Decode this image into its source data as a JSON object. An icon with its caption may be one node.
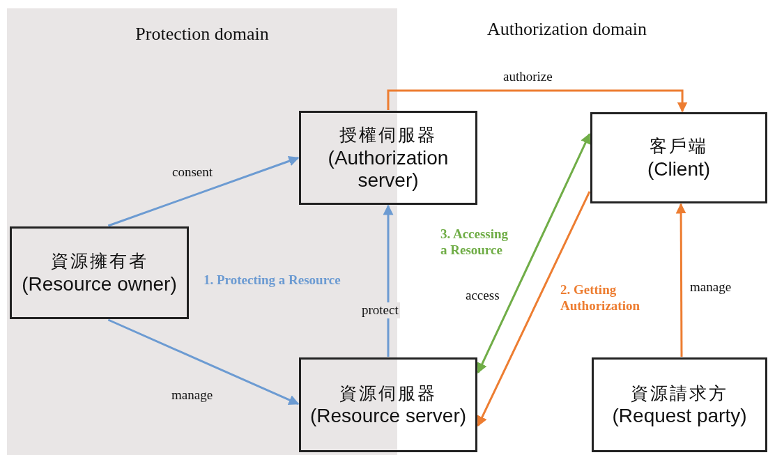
{
  "diagram": {
    "nodes": [
      {
        "text": [
          "Protection domain"
        ]
      },
      {
        "text": [
          "資源擁有者",
          "(Resource owner)"
        ],
        "in": 0
      },
      {
        "text": [
          "授權伺服器",
          "(Authorization server)"
        ]
      },
      {
        "text": [
          "客戶端",
          "(Client)"
        ]
      },
      {
        "text": [
          "資源伺服器",
          "(Resource server)"
        ]
      },
      {
        "text": [
          "資源請求方",
          "(Request party)"
        ]
      }
    ],
    "edges": [
      {
        "from": 1,
        "to": 2,
        "arrow": "to",
        "label": "consent",
        "color": "#6c9bd2"
      },
      {
        "from": 1,
        "to": 4,
        "arrow": "to",
        "label": "manage",
        "color": "#6c9bd2"
      },
      {
        "from": 4,
        "to": 2,
        "arrow": "to",
        "label": "protect",
        "color": "#6c9bd2"
      },
      {
        "from": 2,
        "to": 3,
        "arrow": "to",
        "label": "authorize",
        "color": "#ed7d31"
      },
      {
        "from": 3,
        "to": 4,
        "arrow": "both",
        "label": "access",
        "color": "#70ad47"
      },
      {
        "from": 3,
        "to": 4,
        "arrow": "to",
        "color": "#ed7d31"
      },
      {
        "from": 5,
        "to": 3,
        "arrow": "to",
        "label": "manage",
        "color": "#ed7d31"
      }
    ],
    "labels": [
      "Authorization domain",
      "1. Protecting a Resource",
      "3. Accessing a Resource",
      "2. Getting Authorization"
    ]
  }
}
